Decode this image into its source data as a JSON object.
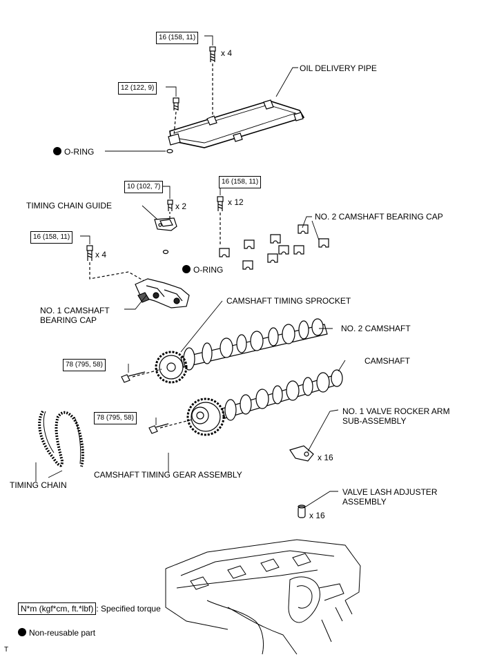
{
  "torque_callouts": {
    "oil_pipe_bolt": "16 (158, 11)",
    "oil_pipe_union": "12 (122, 9)",
    "chain_guide_bolt": "10 (102, 7)",
    "bearing_cap_bolt": "16 (158, 11)",
    "no1_cap_bolt": "16 (158, 11)",
    "sprocket_bolt": "78 (795, 58)",
    "gear_bolt": "78 (795, 58)"
  },
  "quantities": {
    "oil_pipe_bolt": "x 4",
    "chain_guide_bolt": "x 2",
    "bearing_cap_bolt": "x 12",
    "no1_cap_bolt": "x 4",
    "rocker_arm": "x 16",
    "lash_adjuster": "x 16"
  },
  "labels": {
    "oil_delivery_pipe": "OIL DELIVERY PIPE",
    "o_ring_upper": "O-RING",
    "timing_chain_guide": "TIMING CHAIN GUIDE",
    "no2_camshaft_bearing_cap": "NO. 2 CAMSHAFT BEARING CAP",
    "o_ring_lower": "O-RING",
    "no1_camshaft_bearing_cap": "NO. 1 CAMSHAFT\nBEARING CAP",
    "camshaft_timing_sprocket": "CAMSHAFT TIMING SPROCKET",
    "no2_camshaft": "NO. 2 CAMSHAFT",
    "camshaft": "CAMSHAFT",
    "no1_valve_rocker_arm": "NO. 1 VALVE ROCKER ARM\nSUB-ASSEMBLY",
    "timing_chain": "TIMING CHAIN",
    "camshaft_timing_gear_assembly": "CAMSHAFT TIMING GEAR ASSEMBLY",
    "valve_lash_adjuster": "VALVE LASH ADJUSTER\nASSEMBLY"
  },
  "legend": {
    "torque_box": "N*m (kgf*cm, ft.*lbf)",
    "torque_text": ": Specified torque",
    "nonreusable_text": "Non-reusable part"
  },
  "corner_mark": "T"
}
